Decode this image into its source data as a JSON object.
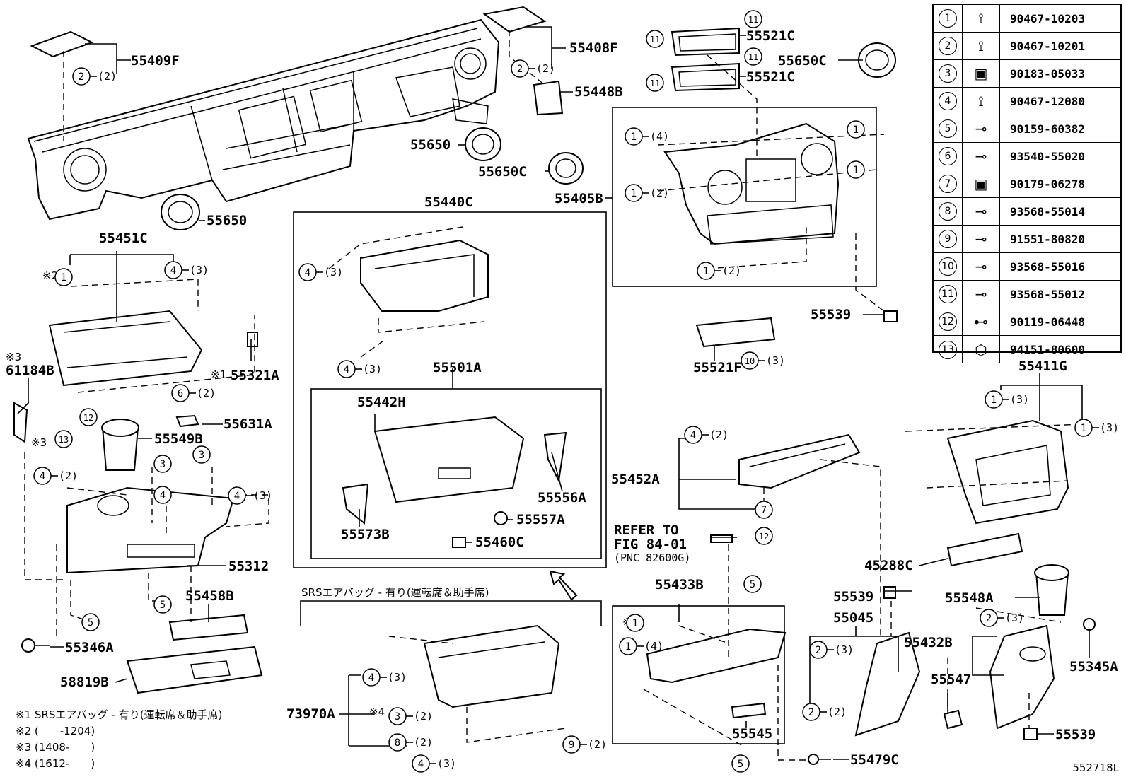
{
  "labels": {
    "p55409F": "55409F",
    "p55408F": "55408F",
    "p55521C_a": "55521C",
    "p55521C_b": "55521C",
    "p55650C_a": "55650C",
    "p55448B": "55448B",
    "p55650_a": "55650",
    "p55650C_b": "55650C",
    "p55405B": "55405B",
    "p55650_b": "55650",
    "p55440C": "55440C",
    "p55451C": "55451C",
    "p61184B": "61184B",
    "p55321A": "55321A",
    "p55631A": "55631A",
    "p55549B": "55549B",
    "p55501A": "55501A",
    "p55442H": "55442H",
    "p55556A": "55556A",
    "p55557A": "55557A",
    "p55573B": "55573B",
    "p55460C": "55460C",
    "p55312": "55312",
    "p55458B": "55458B",
    "p55346A": "55346A",
    "p58819B": "58819B",
    "p73970A": "73970A",
    "p55539_a": "55539",
    "p55521F": "55521F",
    "p55452A": "55452A",
    "p55411G": "55411G",
    "p45288C": "45288C",
    "p55548A": "55548A",
    "p55433B": "55433B",
    "p55539_b": "55539",
    "p55045": "55045",
    "p55432B": "55432B",
    "p55345A": "55345A",
    "p55547": "55547",
    "p55545": "55545",
    "p55539_c": "55539",
    "p55479C": "55479C"
  },
  "refer": {
    "line1": "REFER TO",
    "line2": "FIG 84-01",
    "line3": "(PNC 82600G)"
  },
  "srs_label": "SRSエアバッグ - 有り(運転席＆助手席)",
  "marks": {
    "m1": "※1",
    "m2": "※2",
    "m3": "※3",
    "m4": "※4"
  },
  "notes": [
    "※1 SRSエアバッグ - 有り(運転席＆助手席)",
    "※2 (　　-1204)",
    "※3 (1408-　　)",
    "※4 (1612-　　)"
  ],
  "qty": {
    "q2": "(2)",
    "q3": "(3)",
    "q4": "(4)"
  },
  "fastener_table": [
    {
      "num": "1",
      "icon": "clip-icon",
      "part": "90467-10203"
    },
    {
      "num": "2",
      "icon": "clip-icon",
      "part": "90467-10201"
    },
    {
      "num": "3",
      "icon": "nut-clip-icon",
      "part": "90183-05033"
    },
    {
      "num": "4",
      "icon": "clip-icon",
      "part": "90467-12080"
    },
    {
      "num": "5",
      "icon": "screw-icon",
      "part": "90159-60382"
    },
    {
      "num": "6",
      "icon": "screw-icon",
      "part": "93540-55020"
    },
    {
      "num": "7",
      "icon": "nut-clip-icon",
      "part": "90179-06278"
    },
    {
      "num": "8",
      "icon": "screw-icon",
      "part": "93568-55014"
    },
    {
      "num": "9",
      "icon": "screw-icon",
      "part": "91551-80820"
    },
    {
      "num": "10",
      "icon": "screw-icon",
      "part": "93568-55016"
    },
    {
      "num": "11",
      "icon": "screw-icon",
      "part": "93568-55012"
    },
    {
      "num": "12",
      "icon": "bolt-icon",
      "part": "90119-06448"
    },
    {
      "num": "13",
      "icon": "nut-icon",
      "part": "94151-80600"
    }
  ],
  "caption": "552718L"
}
